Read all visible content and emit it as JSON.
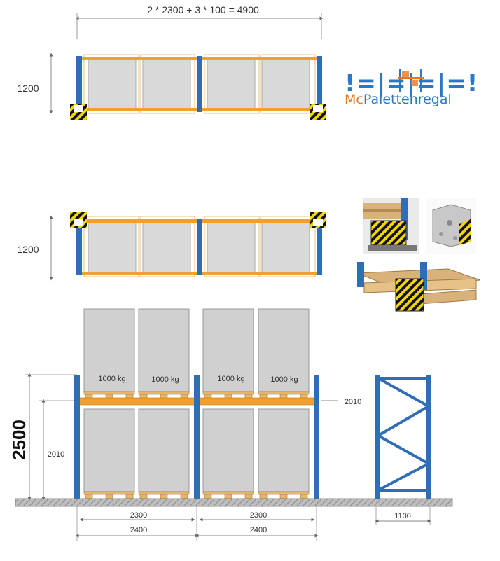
{
  "top_view": {
    "total_formula": "2 * 2300 + 3 * 100 = 4900",
    "depth_label": "1200"
  },
  "second_view": {
    "depth_label": "1200"
  },
  "brand": {
    "logo_mark": "!=|=|=|=!",
    "name": "McPalettenregal"
  },
  "front_view": {
    "total_height": "2500",
    "beam_height_left": "2010",
    "beam_height_right": "2010",
    "loads": [
      "1000 kg",
      "1000 kg",
      "1000 kg",
      "1000 kg"
    ],
    "bay_inner_1": "2300",
    "bay_inner_2": "2300",
    "bay_outer_1": "2400",
    "bay_outer_2": "2400",
    "frame_depth": "1100"
  },
  "colors": {
    "upright": "#2f6db5",
    "beam": "#f0a030",
    "pallet": "#d9d9d9",
    "wood": "#e6b56a",
    "hazard_yellow": "#f2d600",
    "logo_blue": "#2a78c8",
    "logo_orange": "#e87722"
  }
}
